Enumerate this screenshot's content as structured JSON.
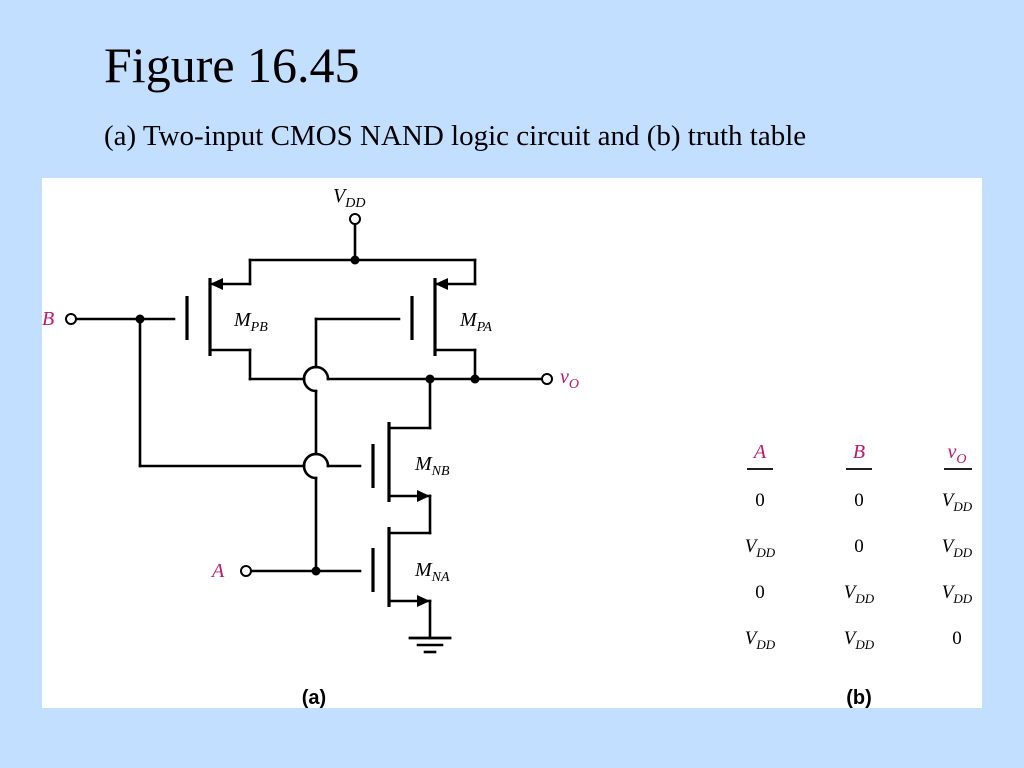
{
  "slide": {
    "title": "Figure 16.45",
    "subtitle": "(a) Two-input CMOS NAND logic circuit and (b) truth table"
  },
  "colors": {
    "background": "#c2dfff",
    "panel": "#ffffff",
    "input_label": "#c2186b"
  },
  "circuit": {
    "supply": {
      "main": "V",
      "sub": "DD"
    },
    "input_b": "B",
    "input_a": "A",
    "output": {
      "main": "v",
      "sub": "O"
    },
    "transistors": [
      {
        "main": "M",
        "sub": "PB"
      },
      {
        "main": "M",
        "sub": "PA"
      },
      {
        "main": "M",
        "sub": "NB"
      },
      {
        "main": "M",
        "sub": "NA"
      }
    ],
    "caption": "(a)"
  },
  "truth_table": {
    "headers": [
      {
        "main": "A",
        "sub": ""
      },
      {
        "main": "B",
        "sub": ""
      },
      {
        "main": "v",
        "sub": "O"
      }
    ],
    "rows": [
      [
        {
          "main": "0",
          "sub": ""
        },
        {
          "main": "0",
          "sub": ""
        },
        {
          "main": "V",
          "sub": "DD"
        }
      ],
      [
        {
          "main": "V",
          "sub": "DD"
        },
        {
          "main": "0",
          "sub": ""
        },
        {
          "main": "V",
          "sub": "DD"
        }
      ],
      [
        {
          "main": "0",
          "sub": ""
        },
        {
          "main": "V",
          "sub": "DD"
        },
        {
          "main": "V",
          "sub": "DD"
        }
      ],
      [
        {
          "main": "V",
          "sub": "DD"
        },
        {
          "main": "V",
          "sub": "DD"
        },
        {
          "main": "0",
          "sub": ""
        }
      ]
    ],
    "caption": "(b)"
  }
}
